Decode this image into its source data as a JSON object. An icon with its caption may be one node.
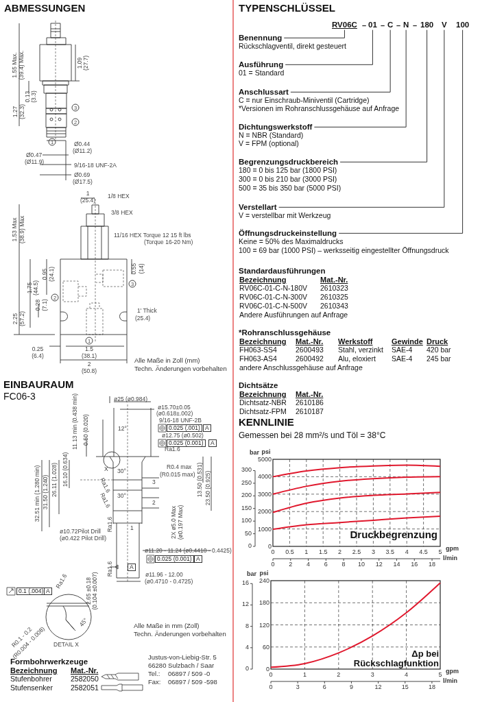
{
  "diagram": {
    "nodes": [
      {
        "text": [
          "RV06C"
        ]
      },
      {
        "text": [
          "01"
        ]
      },
      {
        "text": [
          "C"
        ]
      },
      {
        "text": [
          "N"
        ]
      },
      {
        "text": [
          "180"
        ]
      },
      {
        "text": [
          "V"
        ]
      },
      {
        "text": [
          "100"
        ]
      },
      {
        "text": [
          "Benennung"
        ]
      },
      {
        "text": [
          "Ausführung"
        ]
      },
      {
        "text": [
          "Anschlussart"
        ]
      },
      {
        "text": [
          "Dichtungswerkstoff"
        ]
      },
      {
        "text": [
          "Begrenzungsdruckbereich"
        ]
      },
      {
        "text": [
          "Verstellart"
        ]
      },
      {
        "text": [
          "Öffnungsdruckeinstellung"
        ]
      }
    ],
    "edges": [
      {
        "from": 0,
        "to": 7,
        "arrow": "none"
      },
      {
        "from": 1,
        "to": 8,
        "arrow": "none"
      },
      {
        "from": 2,
        "to": 9,
        "arrow": "none"
      },
      {
        "from": 3,
        "to": 10,
        "arrow": "none"
      },
      {
        "from": 4,
        "to": 11,
        "arrow": "none"
      },
      {
        "from": 5,
        "to": 12,
        "arrow": "none"
      },
      {
        "from": 6,
        "to": 13,
        "arrow": "none"
      }
    ],
    "labels": [
      "ABMESSUNGEN",
      "1.55 Max.",
      "(39.4) Max.",
      "1.09",
      "(27.7)",
      "0.13",
      "(3.3)",
      "1.27",
      "(32.3)",
      "3",
      "2",
      "1",
      "Ø0.44",
      "(Ø11.2)",
      "Ø0.47",
      "(Ø11.9)",
      "9/16-18 UNF-2A",
      "Ø0.69",
      "(Ø17.5)",
      "1",
      "(25.4)",
      "1/8 HEX",
      "3/8 HEX",
      "11/16 HEX Torque 12 15 ft lbs",
      "(Torque 16-20 Nm)",
      "1.53 Max",
      "(38.9) Max",
      "1.75",
      "(44.5)",
      "0.95",
      "(24.1)",
      "0.55",
      "(14)",
      "0.28",
      "(7.1)",
      "2.25",
      "(57.2)",
      "2",
      "3",
      "1",
      "1' Thick",
      "(25.4)",
      "0.25",
      "(6.4)",
      "1.5",
      "(38.1)",
      "2",
      "(50.8)",
      "Alle Maße in Zoll (mm)",
      "Techn. Änderungen vorbehalten",
      "EINBAURAUM",
      "FC06-3",
      "ø25 (ø0.984)",
      "ø15.70±0.05",
      "(ø0.618±.002)",
      "9/16-18 UNF-2B",
      "0.025 (.001)",
      "A",
      "ø12.75 (ø0.502)",
      "0.025 (0.001)",
      "A",
      "Ra1.6",
      "12°",
      "11.13 min (0.438 min)",
      "0.50 (0.020)",
      "X",
      "30°",
      "R0.4 max",
      "(R0.015 max)",
      "3",
      "13.50 (0.531)",
      "23.50 (0.925)",
      "32.51 min (1.280 min)",
      "31.50 (1.240)",
      "26.11 (1.028)",
      "16.10 (0.634)",
      "Ra1.6",
      "30°",
      "Ra1.6",
      "2",
      "Ra1.6",
      "1",
      "ø10.72Pilot Drill",
      "(ø0.422 Pilot Drill)",
      "2X ø5.0 Max",
      "(ø0.197 Max)",
      "ø11.20 - 11.24 (ø0.4410 - 0.4425)",
      "0.025 (0.001)",
      "A",
      "Ra1.6",
      "A",
      "ø11.96 - 12.00",
      "(ø0.4710 - 0.4725)",
      "0.1 (.004)",
      "A",
      "Ra1.6",
      "2.65 ±0.18",
      "(0.104 ±0.007)",
      "45°",
      "R0.1 - 0.2",
      "(R0.004 - 0.008)",
      "DETAIL X",
      "Alle Maße in mm (Zoll)",
      "Techn. Änderungen vorbehalten",
      "Justus-von-Liebig-Str. 5",
      "66280 Sulzbach / Saar",
      "Tel.:",
      "06897 / 509 -0",
      "Fax:",
      "06897 / 509 -598",
      "Formbohrwerkzeuge",
      "Bezeichnung",
      "Mat.-Nr.",
      "Stufenbohrer",
      "2582050",
      "Stufensenker",
      "2582051",
      "TYPENSCHLÜSSEL",
      "–",
      "–",
      "–",
      "–",
      "Rückschlagventil, direkt gesteuert",
      "01 = Standard",
      "C = nur Einschraub-Miniventil (Cartridge)",
      "*Versionen im Rohranschlussgehäuse auf Anfrage",
      "N = NBR (Standard)",
      "V = FPM (optional)",
      "180 = 0 bis 125 bar (1800 PSI)",
      "300 = 0 bis 210 bar (3000 PSI)",
      "500 = 35 bis 350 bar (5000 PSI)",
      "V = verstellbar mit Werkzeug",
      "Keine = 50% des Maximaldrucks",
      "100 = 69 bar (1000 PSI) – werksseitig eingestellter Öffnungsdruck",
      "Standardausführungen",
      "Bezeichnung",
      "Mat.-Nr.",
      "RV06C-01-C-N-180V",
      "2610323",
      "RV06C-01-C-N-300V",
      "2610325",
      "RV06C-01-C-N-500V",
      "2610343",
      "Andere Ausführungen auf Anfrage",
      "*Rohranschlussgehäuse",
      "Bezeichnung",
      "Mat.-Nr.",
      "Werkstoff",
      "Gewinde",
      "Druck",
      "FH063-SS4",
      "2600493",
      "Stahl, verzinkt",
      "SAE-4",
      "420 bar",
      "FH063-AS4",
      "2600492",
      "Alu, eloxiert",
      "SAE-4",
      "245 bar",
      "andere Anschlussgehäuse auf Anfrage",
      "Dichtsätze",
      "Bezeichnung",
      "Mat.-Nr.",
      "Dichtsatz-NBR",
      "2610186",
      "Dichtsatz-FPM",
      "2610187",
      "KENNLINIE",
      "Gemessen bei 28 mm²/s und Töl = 38°C",
      "bar",
      "300",
      "250",
      "200",
      "150",
      "100",
      "50",
      "0",
      "0",
      "2",
      "4",
      "6",
      "8",
      "10",
      "12",
      "14",
      "16",
      "18",
      "l/min",
      "bar",
      "16",
      "12",
      "8",
      "4",
      "0",
      "0",
      "3",
      "6",
      "9",
      "12",
      "15",
      "18",
      "l/min"
    ],
    "chart_data": [
      {
        "type": "line",
        "xlabel": "gpm",
        "ylabel": "psi",
        "x": [
          0,
          1,
          2,
          3,
          4,
          5
        ],
        "series": [
          {
            "color": "#e0182d",
            "values": [
              4000,
              4330,
              4520,
              4620,
              4670,
              4600
            ]
          },
          {
            "color": "#e0182d",
            "values": [
              3000,
              3450,
              3740,
              3890,
              3980,
              4010
            ]
          },
          {
            "color": "#e0182d",
            "values": [
              1950,
              2480,
              2780,
              2930,
              3010,
              3100
            ]
          },
          {
            "color": "#e0182d",
            "values": [
              980,
              1240,
              1370,
              1500,
              1630,
              1730
            ]
          }
        ],
        "xlim": [
          0,
          5
        ],
        "ylim": [
          0,
          5000
        ],
        "xticks": [
          0,
          0.5,
          1,
          1.5,
          2,
          2.5,
          3,
          3.5,
          4,
          4.5,
          5
        ],
        "yticks": [
          0,
          1000,
          2000,
          3000,
          4000,
          5000
        ],
        "grid": true,
        "annotations": [
          {
            "text": "Druckbegrenzung"
          }
        ]
      },
      {
        "type": "line",
        "xlabel": "gpm",
        "ylabel": "psi",
        "x": [
          0,
          1,
          2,
          3,
          4,
          5
        ],
        "series": [
          {
            "color": "#e0182d",
            "values": [
              5,
              15,
              44,
              90,
              153,
              234
            ]
          }
        ],
        "xlim": [
          0,
          5
        ],
        "ylim": [
          0,
          240
        ],
        "xticks": [
          0,
          1,
          2,
          3,
          4,
          5
        ],
        "yticks": [
          0,
          60,
          120,
          180,
          240
        ],
        "grid": true,
        "annotations": [
          {
            "text": "Δp bei Rückschlagfunktion"
          }
        ]
      }
    ]
  }
}
